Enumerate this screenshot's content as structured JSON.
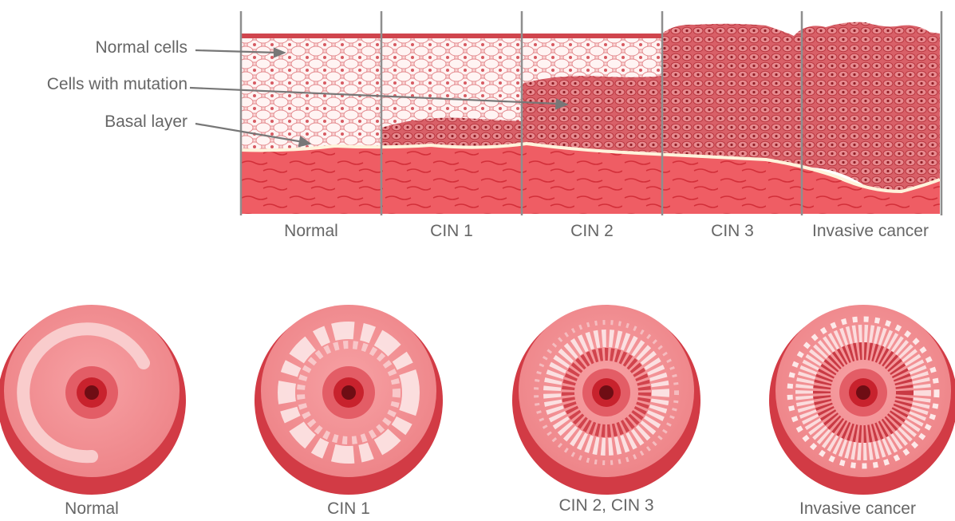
{
  "annotations": {
    "normal_cells": "Normal cells",
    "cells_with_mutation": "Cells with mutation",
    "basal_layer": "Basal layer"
  },
  "stages": [
    "Normal",
    "CIN 1",
    "CIN 2",
    "CIN 3",
    "Invasive cancer"
  ],
  "cervix_views": [
    "Normal",
    "CIN 1",
    "CIN 2, CIN 3",
    "Invasive cancer"
  ],
  "colors": {
    "epithelium_light": "#f9c7c8",
    "epithelium_dark": "#e0737a",
    "stroma": "#ef5a61",
    "basal_line": "#fff1d6",
    "divider": "#8e8e8e",
    "text": "#666666"
  }
}
